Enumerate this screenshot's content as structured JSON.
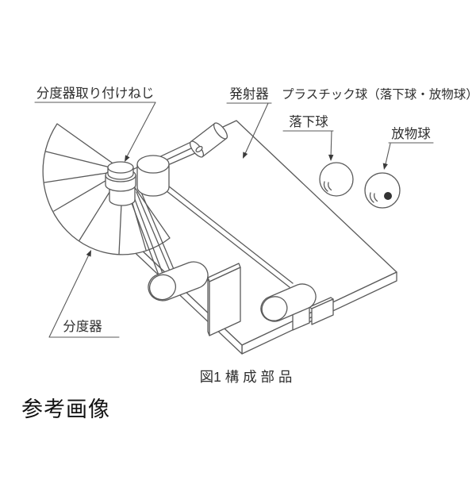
{
  "figure": {
    "type": "technical-parts-line-drawing",
    "labels": {
      "protractor_screw": "分度器取り付けねじ",
      "launcher": "発射器",
      "plastic_balls_title": "プラスチック球（落下球・放物球）",
      "drop_ball": "落下球",
      "projectile_ball": "放物球",
      "protractor": "分度器"
    },
    "caption": "図1 構 成 部 品",
    "page_label": "参考画像",
    "colors": {
      "line": "#5a5a5a",
      "text": "#2f2f2f",
      "background": "#ffffff"
    }
  }
}
